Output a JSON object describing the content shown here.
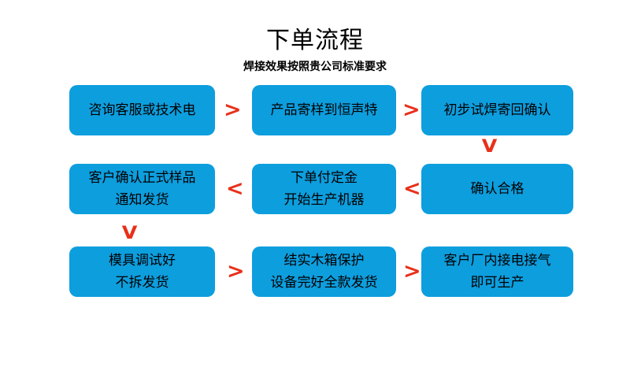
{
  "header": {
    "title": "下单流程",
    "subtitle": "焊接效果按照贵公司标准要求"
  },
  "colors": {
    "node_fill": "#0d9ede",
    "arrow": "#e8301a",
    "text": "#000000",
    "background": "#ffffff"
  },
  "chart_data": {
    "type": "diagram",
    "title": "下单流程",
    "subtitle": "焊接效果按照贵公司标准要求",
    "layout": "serpentine-grid-3x3",
    "nodes": [
      {
        "id": "n1",
        "row": 1,
        "col": 1,
        "lines": [
          "咨询客服或技术电"
        ]
      },
      {
        "id": "n2",
        "row": 1,
        "col": 2,
        "lines": [
          "产品寄样到恒声特"
        ]
      },
      {
        "id": "n3",
        "row": 1,
        "col": 3,
        "lines": [
          "初步试焊寄回确认"
        ]
      },
      {
        "id": "n4",
        "row": 2,
        "col": 3,
        "lines": [
          "确认合格"
        ]
      },
      {
        "id": "n5",
        "row": 2,
        "col": 2,
        "lines": [
          "下单付定金",
          "开始生产机器"
        ]
      },
      {
        "id": "n6",
        "row": 2,
        "col": 1,
        "lines": [
          "客户确认正式样品",
          "通知发货"
        ]
      },
      {
        "id": "n7",
        "row": 3,
        "col": 1,
        "lines": [
          "模具调试好",
          "不拆发货"
        ]
      },
      {
        "id": "n8",
        "row": 3,
        "col": 2,
        "lines": [
          "结实木箱保护",
          "设备完好全款发货"
        ]
      },
      {
        "id": "n9",
        "row": 3,
        "col": 3,
        "lines": [
          "客户厂内接电接气",
          "即可生产"
        ]
      }
    ],
    "connectors": [
      {
        "from": "n1",
        "to": "n2",
        "glyph": ">",
        "direction": "right"
      },
      {
        "from": "n2",
        "to": "n3",
        "glyph": ">",
        "direction": "right"
      },
      {
        "from": "n3",
        "to": "n4",
        "glyph": "V",
        "direction": "down"
      },
      {
        "from": "n4",
        "to": "n5",
        "glyph": "<",
        "direction": "left"
      },
      {
        "from": "n5",
        "to": "n6",
        "glyph": "<",
        "direction": "left"
      },
      {
        "from": "n6",
        "to": "n7",
        "glyph": "V",
        "direction": "down"
      },
      {
        "from": "n7",
        "to": "n8",
        "glyph": ">",
        "direction": "right"
      },
      {
        "from": "n8",
        "to": "n9",
        "glyph": ">",
        "direction": "right"
      }
    ]
  }
}
